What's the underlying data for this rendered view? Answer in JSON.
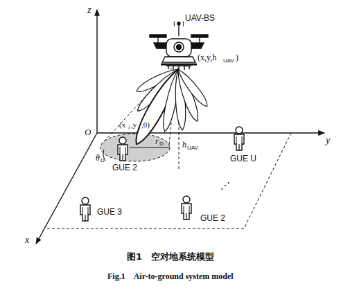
{
  "diagram": {
    "caption": "图1　空对地系统模型",
    "labels": [
      "z",
      "y",
      "x",
      "O",
      "UAV-BS",
      "(x,y,h",
      "UAV",
      ")",
      "(x",
      "i",
      ",y",
      "i",
      ",0)",
      "h",
      "UAV",
      "r",
      "D",
      "θ",
      "D",
      "GUE 2",
      "GUE U",
      "GUE 3",
      "GUE 2",
      "⋰",
      "Fig.1　Air-to-ground system model"
    ]
  }
}
